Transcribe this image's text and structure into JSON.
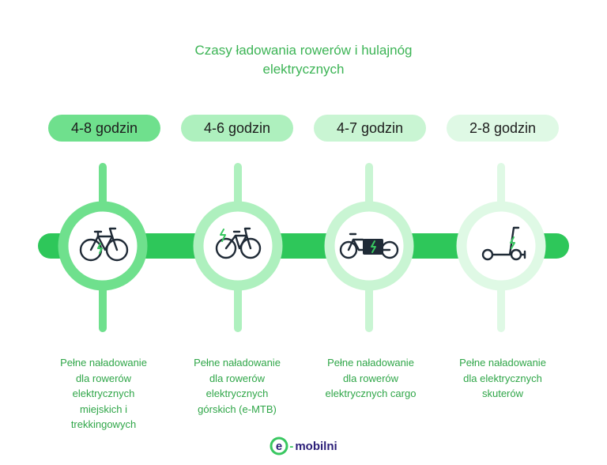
{
  "header": {
    "title_line1": "Czasy ładowania rowerów i hulajnóg",
    "title_line2": "elektrycznych"
  },
  "colors": {
    "bar": "#2ec75a",
    "step1": "#6fe08d",
    "step2": "#aef0be",
    "step3": "#c9f5d3",
    "step4": "#dff9e5",
    "text_green": "#2fa648",
    "brand": "#2b1e78"
  },
  "steps": [
    {
      "time": "4-8 godzin",
      "icon": "city-e-bike-icon",
      "desc": [
        "Pełne naładowanie",
        "dla rowerów",
        "elektrycznych",
        "miejskich i",
        "trekkingowych"
      ]
    },
    {
      "time": "4-6 godzin",
      "icon": "mountain-e-bike-icon",
      "desc": [
        "Pełne naładowanie",
        "dla rowerów",
        "elektrycznych",
        "górskich (e-MTB)"
      ]
    },
    {
      "time": "4-7 godzin",
      "icon": "cargo-e-bike-icon",
      "desc": [
        "Pełne naładowanie",
        "dla rowerów",
        "elektrycznych cargo"
      ]
    },
    {
      "time": "2-8 godzin",
      "icon": "e-scooter-icon",
      "desc": [
        "Pełne naładowanie",
        "dla elektrycznych",
        "skuterów"
      ]
    }
  ],
  "brand": {
    "logo_letter": "e",
    "name": "mobilni"
  }
}
